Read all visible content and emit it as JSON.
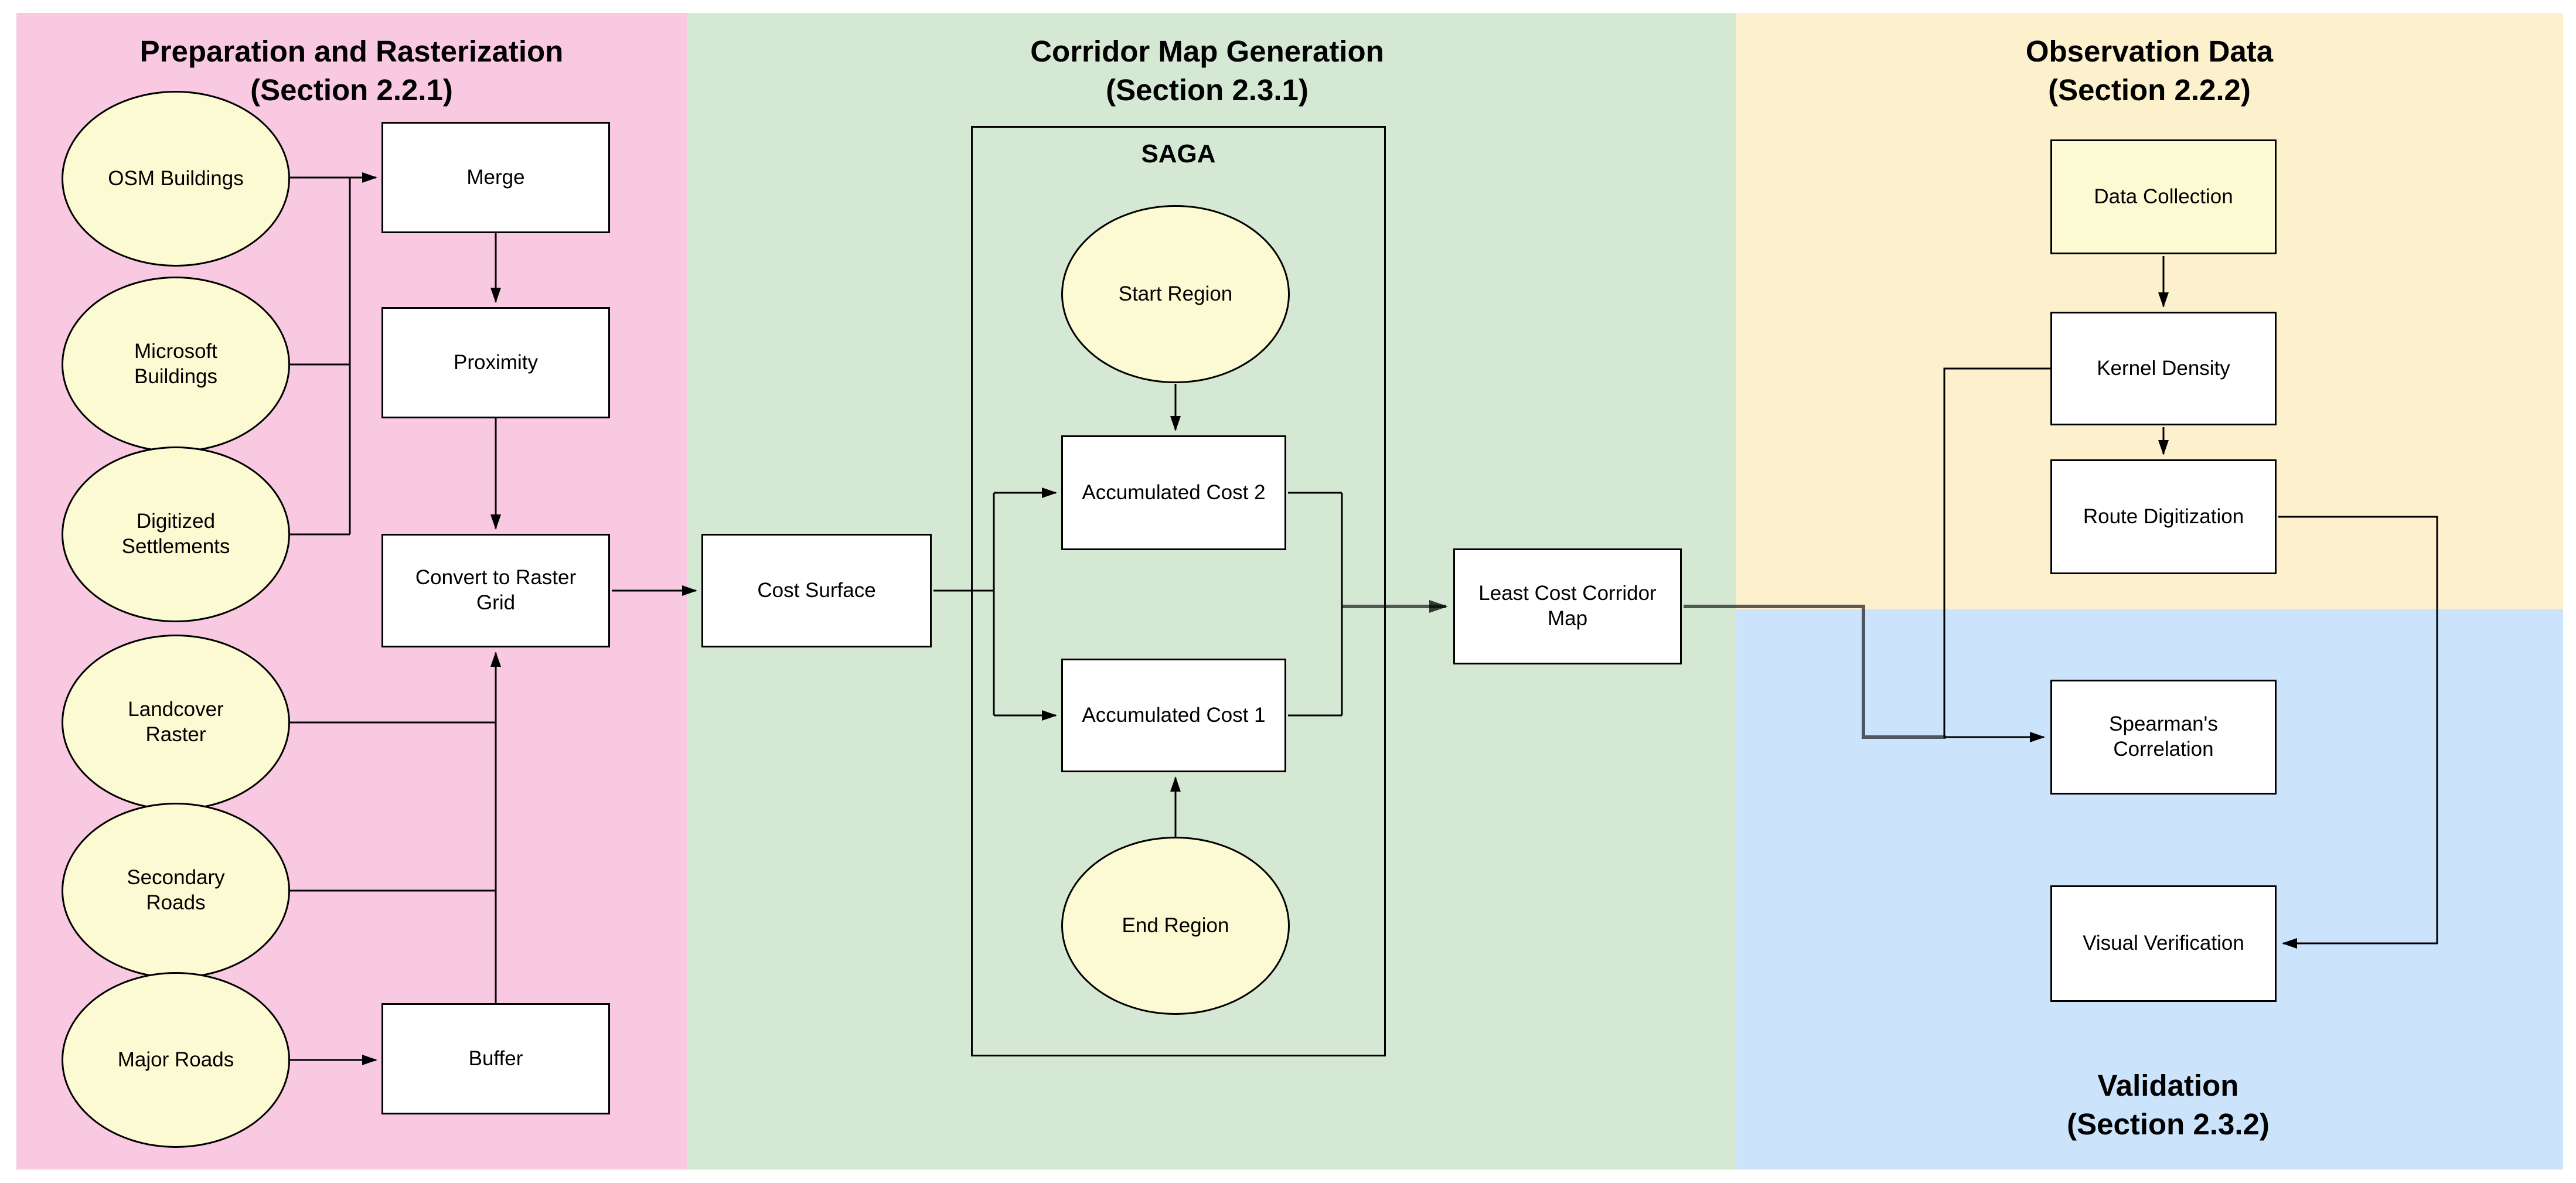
{
  "regions": {
    "prep": {
      "title": "Preparation and Rasterization",
      "subtitle": "(Section 2.2.1)",
      "color": "#f8c9e0"
    },
    "corridor": {
      "title": "Corridor Map Generation",
      "subtitle": "(Section 2.3.1)",
      "color": "#d5e8d4"
    },
    "observation": {
      "title": "Observation Data",
      "subtitle": "(Section 2.2.2)",
      "color": "#fcf0cd"
    },
    "validation": {
      "title": "Validation",
      "subtitle": "(Section 2.3.2)",
      "color": "#cce4fb"
    }
  },
  "container": {
    "label": "SAGA"
  },
  "nodes": {
    "osm": {
      "label": "OSM Buildings",
      "shape": "ellipse"
    },
    "microsoft": {
      "label": "Microsoft Buildings",
      "shape": "ellipse"
    },
    "digitized": {
      "label": "Digitized Settlements",
      "shape": "ellipse"
    },
    "landcover": {
      "label": "Landcover Raster",
      "shape": "ellipse"
    },
    "secondary": {
      "label": "Secondary Roads",
      "shape": "ellipse"
    },
    "major": {
      "label": "Major Roads",
      "shape": "ellipse"
    },
    "merge": {
      "label": "Merge",
      "shape": "rect"
    },
    "proximity": {
      "label": "Proximity",
      "shape": "rect"
    },
    "convert": {
      "label": "Convert to Raster Grid",
      "shape": "rect"
    },
    "buffer": {
      "label": "Buffer",
      "shape": "rect"
    },
    "cost_surface": {
      "label": "Cost Surface",
      "shape": "rect"
    },
    "start_region": {
      "label": "Start Region",
      "shape": "ellipse"
    },
    "acc2": {
      "label": "Accumulated Cost 2",
      "shape": "rect"
    },
    "acc1": {
      "label": "Accumulated Cost 1",
      "shape": "rect"
    },
    "end_region": {
      "label": "End Region",
      "shape": "ellipse"
    },
    "least_cost": {
      "label": "Least Cost Corridor Map",
      "shape": "rect"
    },
    "data_collection": {
      "label": "Data Collection",
      "shape": "rect-yellow"
    },
    "kernel": {
      "label": "Kernel Density",
      "shape": "rect"
    },
    "route": {
      "label": "Route Digitization",
      "shape": "rect"
    },
    "spearman": {
      "label": "Spearman's Correlation",
      "shape": "rect"
    },
    "visual": {
      "label": "Visual Verification",
      "shape": "rect"
    }
  },
  "colors": {
    "node_fill": "#ffffff",
    "input_fill": "#fbfad2",
    "border": "#000000",
    "connector": "#000000",
    "thick_connector": "rgba(0,0,0,0.62)"
  }
}
